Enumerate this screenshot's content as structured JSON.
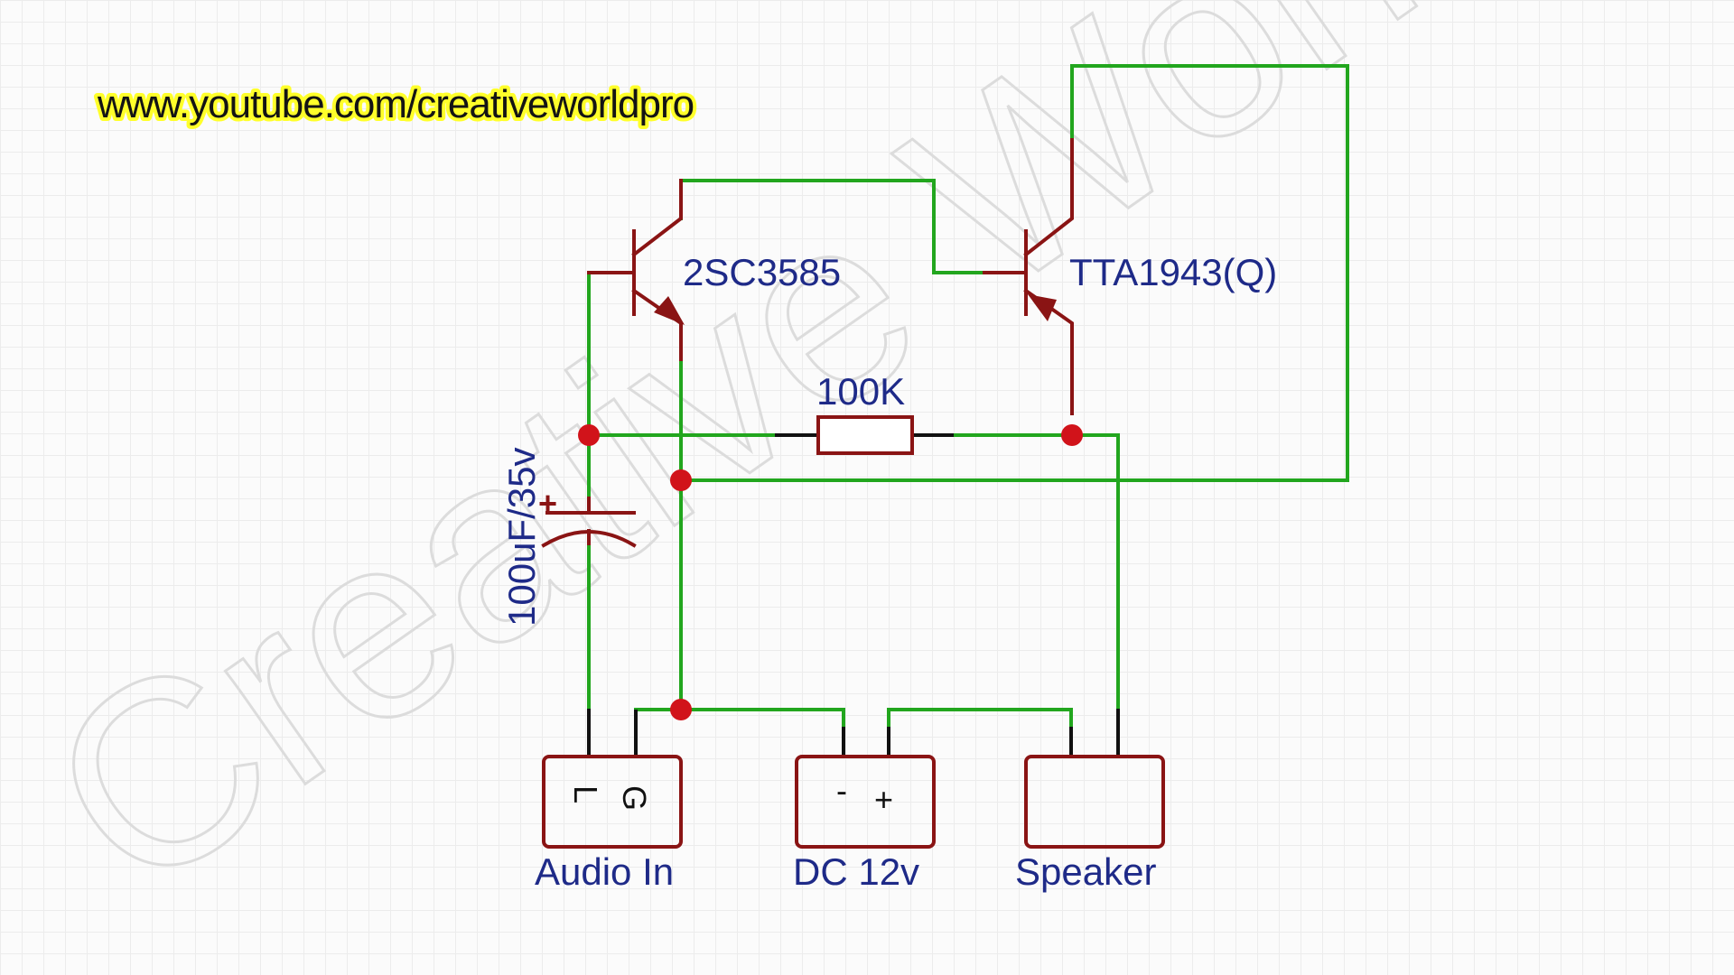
{
  "header": {
    "url": "www.youtube.com/creativeworldpro"
  },
  "watermark": {
    "text": "Creative World"
  },
  "components": {
    "transistor_1": {
      "label": "2SC3585"
    },
    "transistor_2": {
      "label": "TTA1943(Q)"
    },
    "resistor": {
      "label": "100K"
    },
    "capacitor": {
      "label": "100uF/35v",
      "polarity_mark": "+"
    }
  },
  "connectors": {
    "audio_in": {
      "label": "Audio In",
      "pins": [
        "L",
        "G"
      ]
    },
    "dc_supply": {
      "label": "DC 12v",
      "pins": [
        "-",
        "+"
      ]
    },
    "speaker": {
      "label": "Speaker"
    }
  },
  "colors": {
    "wire": "#22a61e",
    "component": "#8a1414",
    "junction": "#d1131a",
    "label": "#1e2a88",
    "url_highlight": "#ffff2a"
  }
}
